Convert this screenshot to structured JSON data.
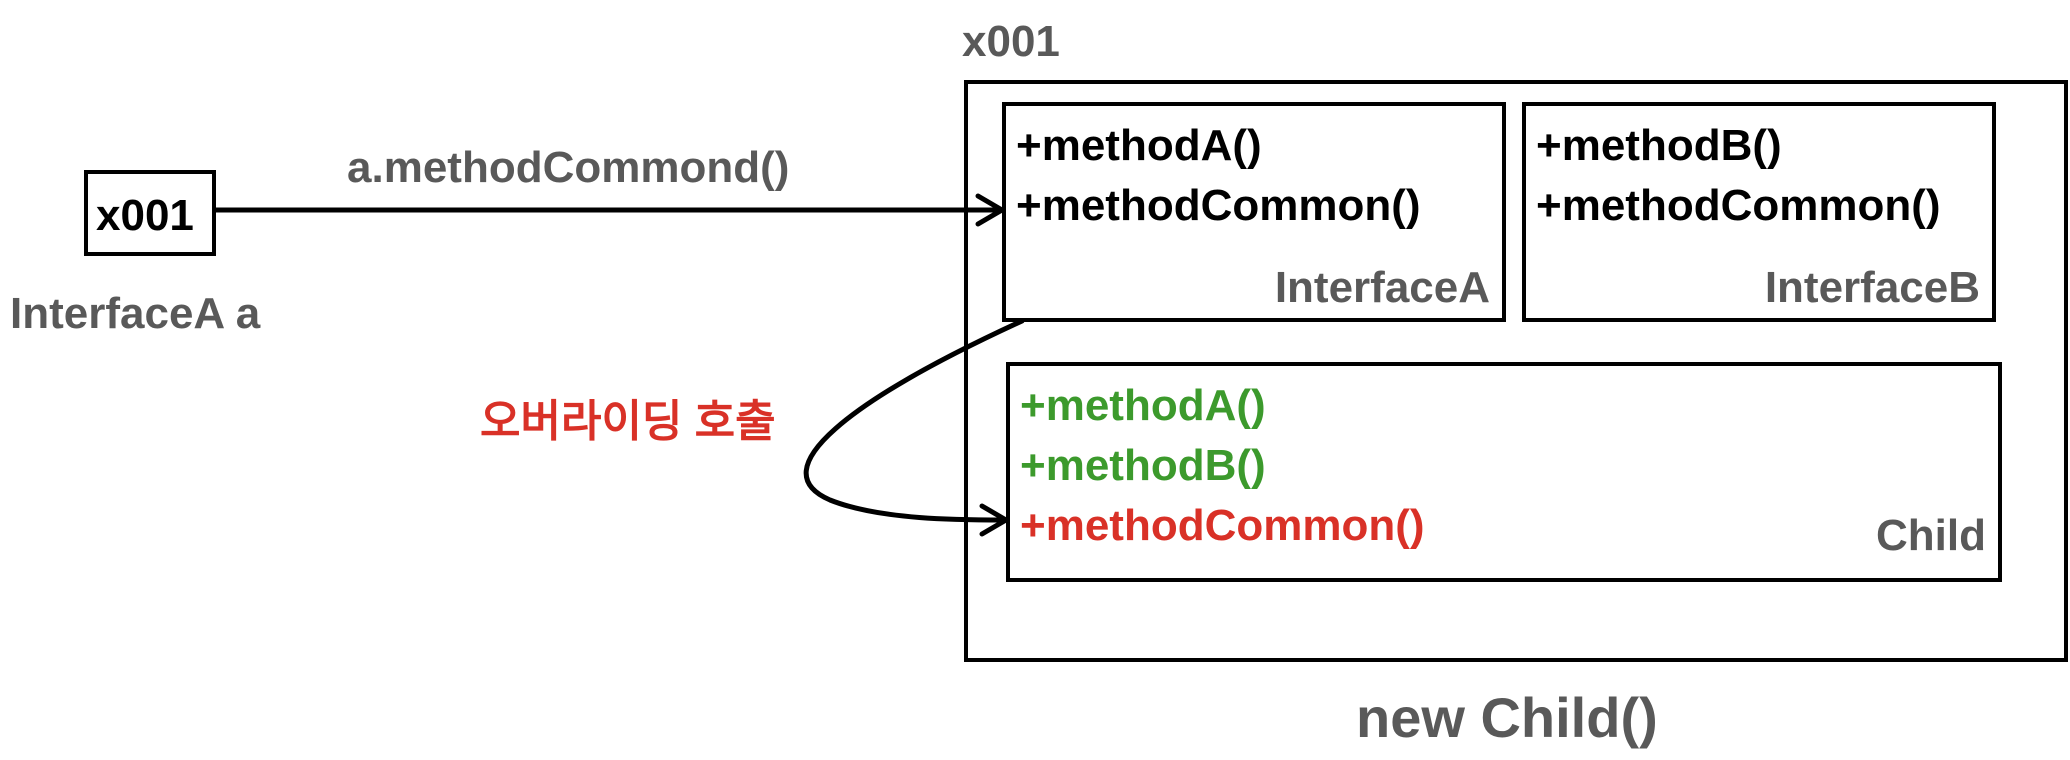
{
  "reference": {
    "value": "x001",
    "label": "InterfaceA a"
  },
  "call_label": "a.methodCommond()",
  "override_label": "오버라이딩 호출",
  "instance": {
    "address": "x001",
    "caption": "new Child()",
    "interface_a": {
      "name": "InterfaceA",
      "methods": [
        "+methodA()",
        "+methodCommon()"
      ]
    },
    "interface_b": {
      "name": "InterfaceB",
      "methods": [
        "+methodB()",
        "+methodCommon()"
      ]
    },
    "child": {
      "name": "Child",
      "methods": [
        "+methodA()",
        "+methodB()",
        "+methodCommon()"
      ]
    }
  },
  "colors": {
    "stroke": "#000000",
    "label_gray": "#595959",
    "inherited_green": "#3c9a2c",
    "override_red": "#d93127"
  }
}
